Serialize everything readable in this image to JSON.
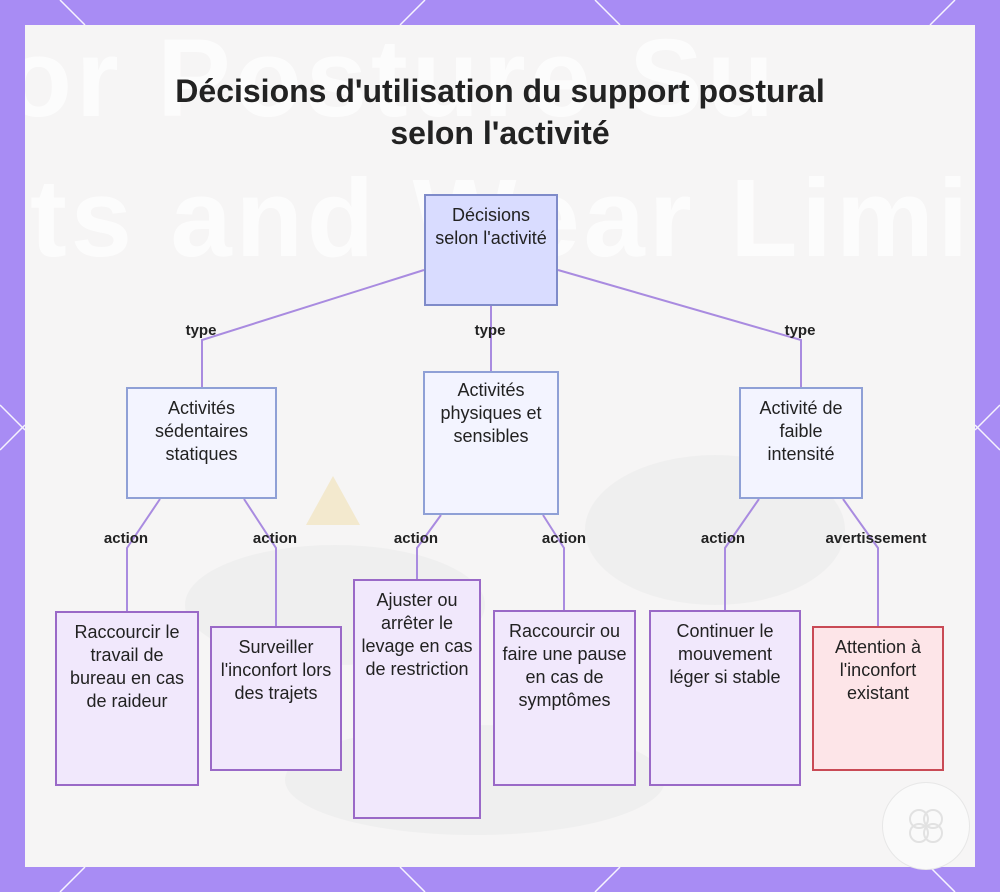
{
  "diagram": {
    "title": "Décisions d'utilisation du support postural selon l'activité",
    "nodes": {
      "root": "Décisions selon l'activité",
      "sedentary": "Activités sédentaires statiques",
      "physical": "Activités physiques et sensibles",
      "low": "Activité de faible intensité",
      "leaf1": "Raccourcir le travail de bureau en cas de raideur",
      "leaf2": "Surveiller l'inconfort lors des trajets",
      "leaf3": "Ajuster ou arrêter le levage en cas de restriction",
      "leaf4": "Raccourcir ou faire une pause en cas de symptômes",
      "leaf5": "Continuer le mouvement léger si stable",
      "leaf6": "Attention à l'inconfort existant"
    },
    "edges": {
      "type1": "type",
      "type2": "type",
      "type3": "type",
      "action1": "action",
      "action2": "action",
      "action3": "action",
      "action4": "action",
      "action5": "action",
      "warning": "avertissement"
    },
    "colors": {
      "background": "#a88cf4",
      "root_fill": "#d9dcff",
      "mid_fill": "#f3f4ff",
      "leaf_fill": "#f1e8fc",
      "warning_fill": "#fde5e8",
      "connector": "#a98be0"
    }
  }
}
